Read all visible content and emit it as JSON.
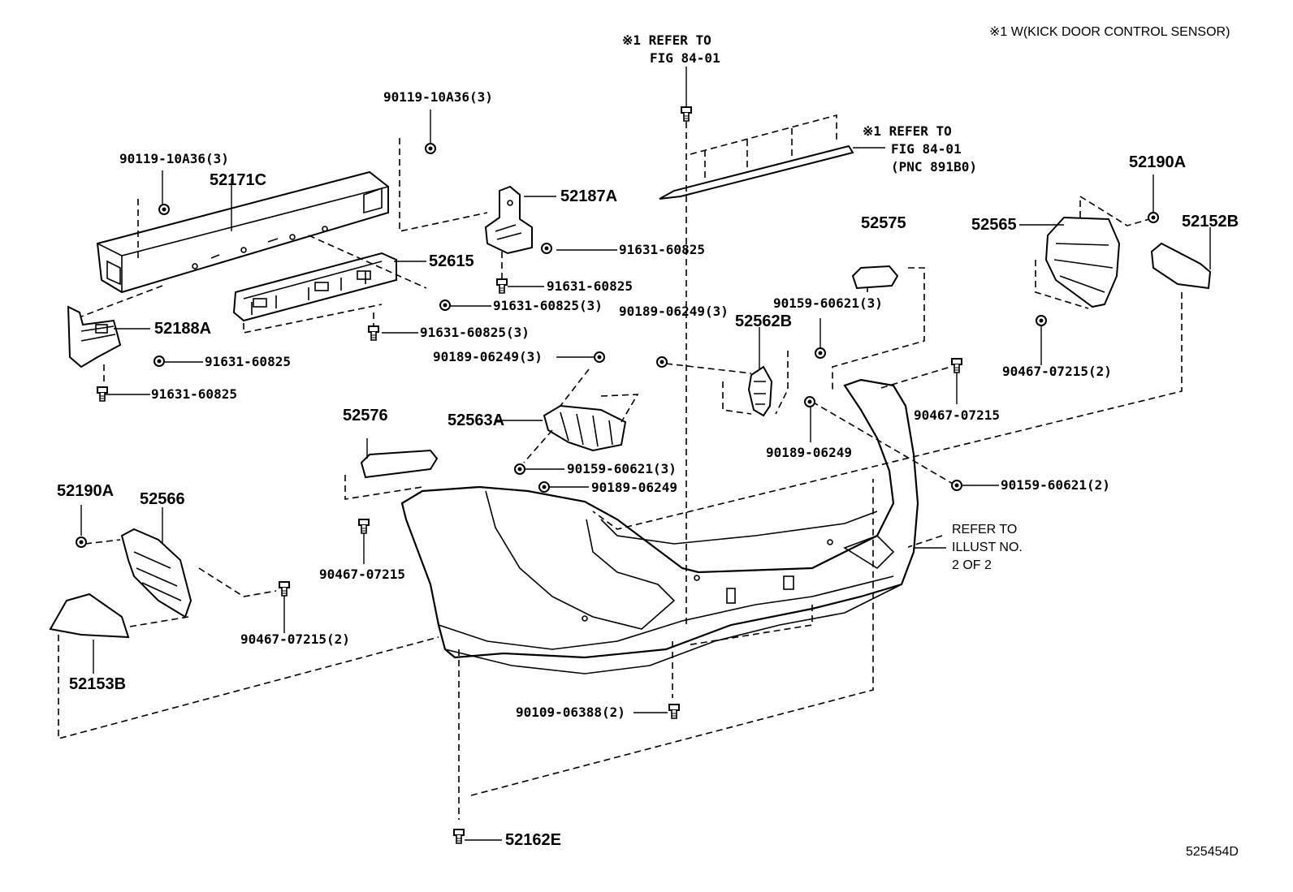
{
  "header": {
    "note": "※1 W(KICK DOOR CONTROL SENSOR)"
  },
  "refs": {
    "fig_top": [
      "※1 REFER TO",
      "FIG 84-01"
    ],
    "fig_right": [
      "※1 REFER TO",
      "FIG 84-01",
      "(PNC 891B0)"
    ],
    "illust": [
      "REFER TO",
      "ILLUST NO.",
      "2 OF 2"
    ]
  },
  "parts": {
    "p90119_left": "90119-10A36(3)",
    "p90119_top": "90119-10A36(3)",
    "p52171C": "52171C",
    "p52187A": "52187A",
    "p91631_a": "91631-60825",
    "p91631_b": "91631-60825",
    "p52615": "52615",
    "p91631_c": "91631-60825(3)",
    "p91631_d": "91631-60825(3)",
    "p52188A": "52188A",
    "p91631_e": "91631-60825",
    "p91631_f": "91631-60825",
    "p52575": "52575",
    "p52565": "52565",
    "p52190A_r": "52190A",
    "p52152B": "52152B",
    "p90189_a": "90189-06249(3)",
    "p90159_a": "90159-60621(3)",
    "p52562B": "52562B",
    "p90189_b": "90189-06249(3)",
    "p90467_a": "90467-07215(2)",
    "p90467_b": "90467-07215",
    "p52563A": "52563A",
    "p90189_c": "90189-06249",
    "p52576": "52576",
    "p90159_b": "90159-60621(3)",
    "p90189_d": "90189-06249",
    "p90159_c": "90159-60621(2)",
    "p52190A_l": "52190A",
    "p52566": "52566",
    "p90467_c": "90467-07215",
    "p90467_d": "90467-07215(2)",
    "p52153B": "52153B",
    "p90109": "90109-06388(2)",
    "p52162E": "52162E"
  },
  "footer": {
    "diagram_id": "525454D"
  }
}
